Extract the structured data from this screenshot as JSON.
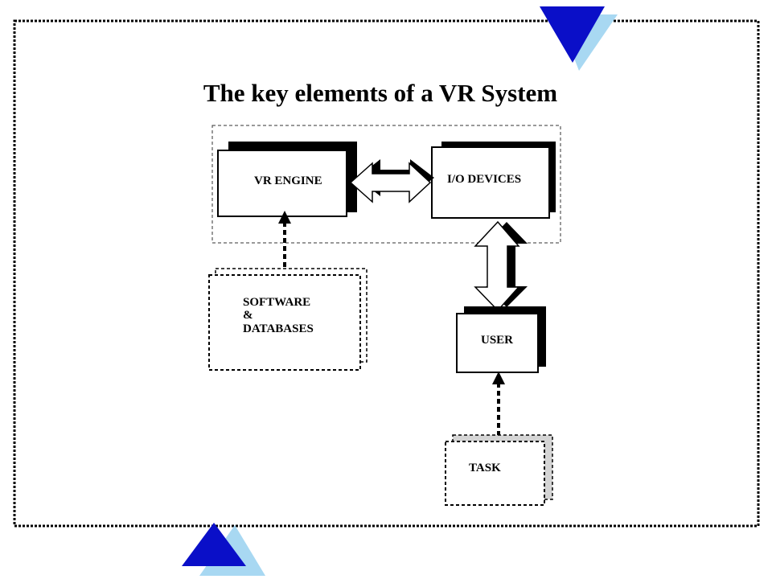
{
  "slide": {
    "title": "The key elements of a VR System"
  },
  "diagram": {
    "nodes": {
      "vr_engine": "VR ENGINE",
      "io_devices": "I/O DEVICES",
      "software_line1": "SOFTWARE",
      "software_line2": "&",
      "software_line3": "DATABASES",
      "user": "USER",
      "task": "TASK"
    }
  },
  "colors": {
    "triangle_dark": "#0a0fc8",
    "triangle_light": "#a8d8f2",
    "ink": "#000000",
    "task_shadow": "#c8c8c8"
  }
}
